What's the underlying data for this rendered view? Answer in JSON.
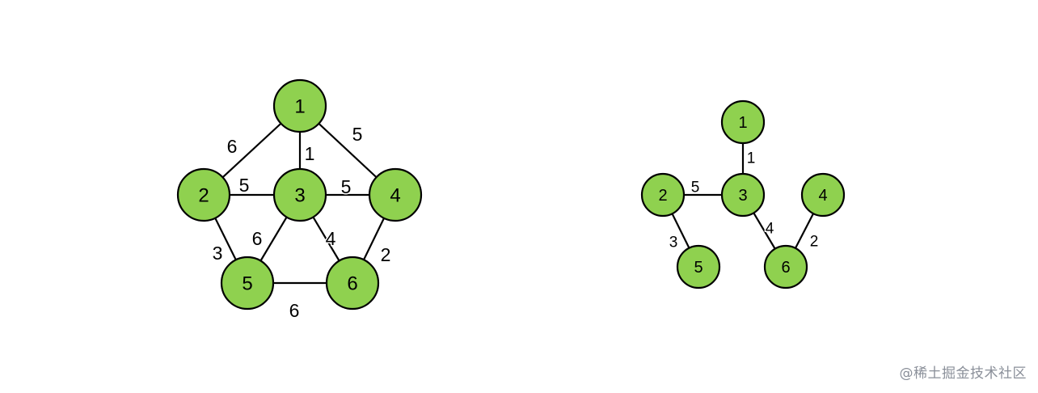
{
  "colors": {
    "node_fill": "#8fd14f",
    "stroke": "#000000",
    "watermark": "#8a8f99"
  },
  "graphs": [
    {
      "id": "full-graph",
      "nodes": [
        {
          "id": "1",
          "label": "1"
        },
        {
          "id": "2",
          "label": "2"
        },
        {
          "id": "3",
          "label": "3"
        },
        {
          "id": "4",
          "label": "4"
        },
        {
          "id": "5",
          "label": "5"
        },
        {
          "id": "6",
          "label": "6"
        }
      ],
      "edges": [
        {
          "from": "1",
          "to": "2",
          "weight": "6"
        },
        {
          "from": "1",
          "to": "3",
          "weight": "1"
        },
        {
          "from": "1",
          "to": "4",
          "weight": "5"
        },
        {
          "from": "2",
          "to": "3",
          "weight": "5"
        },
        {
          "from": "3",
          "to": "4",
          "weight": "5"
        },
        {
          "from": "2",
          "to": "5",
          "weight": "3"
        },
        {
          "from": "3",
          "to": "5",
          "weight": "6"
        },
        {
          "from": "3",
          "to": "6",
          "weight": "4"
        },
        {
          "from": "4",
          "to": "6",
          "weight": "2"
        },
        {
          "from": "5",
          "to": "6",
          "weight": "6"
        }
      ]
    },
    {
      "id": "spanning-tree",
      "nodes": [
        {
          "id": "1",
          "label": "1"
        },
        {
          "id": "2",
          "label": "2"
        },
        {
          "id": "3",
          "label": "3"
        },
        {
          "id": "4",
          "label": "4"
        },
        {
          "id": "5",
          "label": "5"
        },
        {
          "id": "6",
          "label": "6"
        }
      ],
      "edges": [
        {
          "from": "1",
          "to": "3",
          "weight": "1"
        },
        {
          "from": "2",
          "to": "3",
          "weight": "5"
        },
        {
          "from": "2",
          "to": "5",
          "weight": "3"
        },
        {
          "from": "3",
          "to": "6",
          "weight": "4"
        },
        {
          "from": "4",
          "to": "6",
          "weight": "2"
        }
      ]
    }
  ],
  "watermark": "@稀土掘金技术社区"
}
